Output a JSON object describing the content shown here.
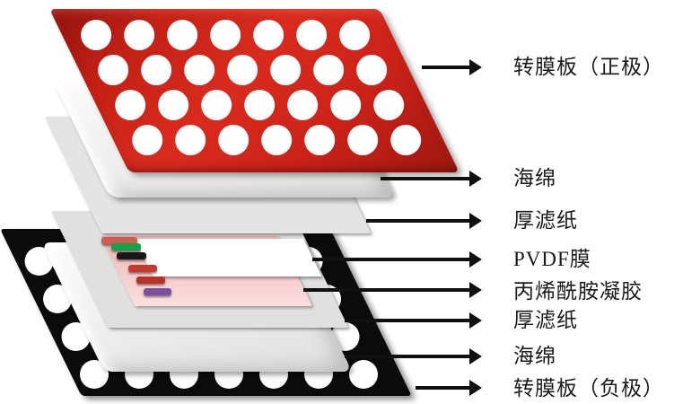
{
  "figure": {
    "background": "#ffffff",
    "arrow_color": "#101010",
    "layers": [
      {
        "name": "transfer-plate-positive",
        "label": "转膜板（正极）",
        "color": "#cb2218"
      },
      {
        "name": "sponge-top",
        "label": "海绵",
        "color": "#ededed"
      },
      {
        "name": "filter-paper-top",
        "label": "厚滤纸",
        "color": "#e4e4e4"
      },
      {
        "name": "pvdf-membrane",
        "label": "PVDF膜",
        "color": "#ffffff"
      },
      {
        "name": "acrylamide-gel",
        "label": "丙烯酰胺凝胶",
        "color": "#f5c6c6"
      },
      {
        "name": "filter-paper-bottom",
        "label": "厚滤纸",
        "color": "#e0e0e0"
      },
      {
        "name": "sponge-bottom",
        "label": "海绵",
        "color": "#ededed"
      },
      {
        "name": "transfer-plate-negative",
        "label": "转膜板（负极）",
        "color": "#0b0b0b"
      }
    ],
    "gel_marker_bands": [
      {
        "name": "marker-band-red-top",
        "color": "#cf5d52"
      },
      {
        "name": "marker-band-green",
        "color": "#12a24b"
      },
      {
        "name": "marker-band-black",
        "color": "#181818"
      },
      {
        "name": "marker-band-red-1",
        "color": "#c23b2e"
      },
      {
        "name": "marker-band-red-2",
        "color": "#b93226"
      },
      {
        "name": "marker-band-purple",
        "color": "#7c4f9f"
      }
    ]
  }
}
